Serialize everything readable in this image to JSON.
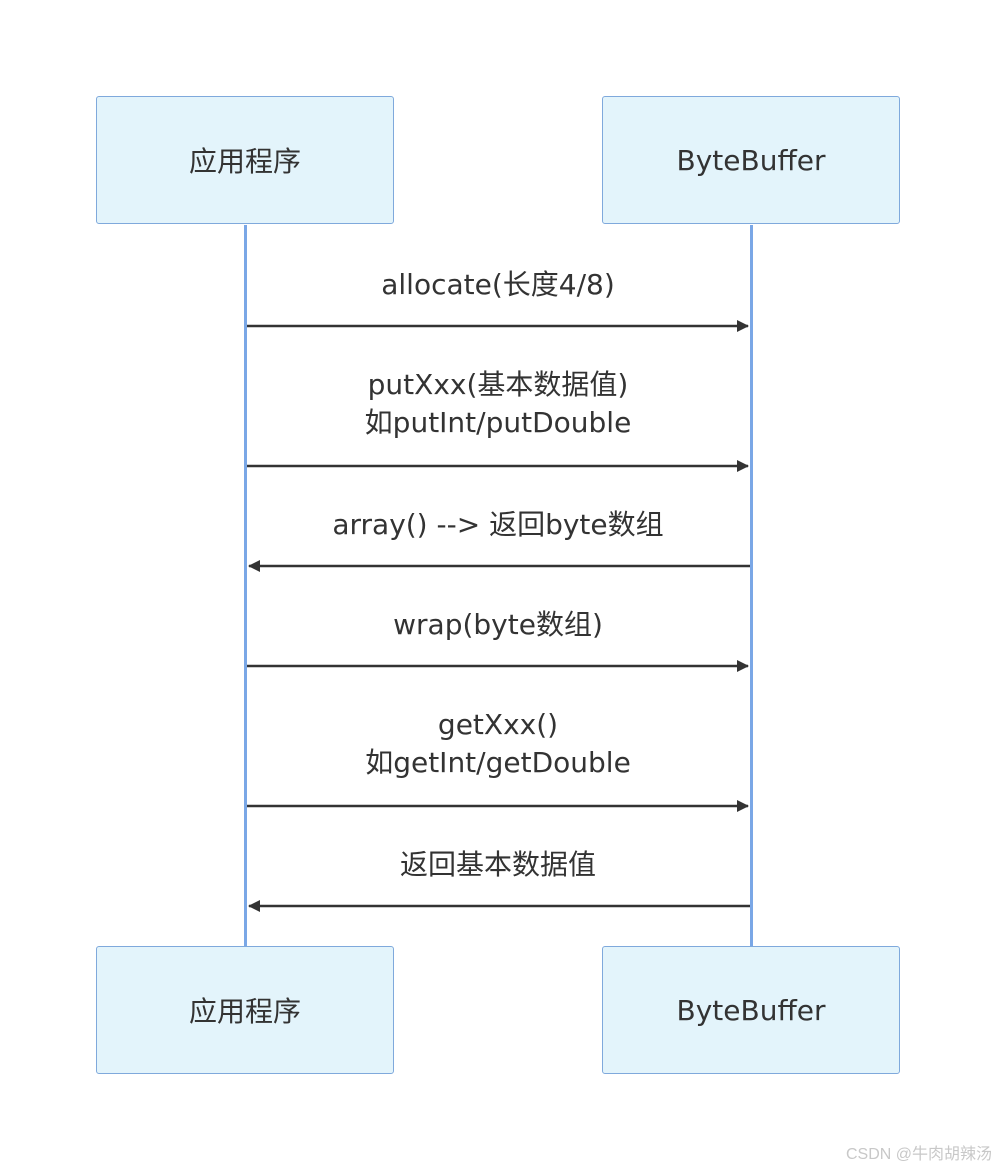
{
  "participants": {
    "app": "应用程序",
    "buffer": "ByteBuffer"
  },
  "messages": [
    {
      "lines": [
        "allocate(长度4/8)"
      ],
      "direction": "app-to-buffer"
    },
    {
      "lines": [
        "putXxx(基本数据值)",
        "如putInt/putDouble"
      ],
      "direction": "app-to-buffer"
    },
    {
      "lines": [
        "array() --> 返回byte数组"
      ],
      "direction": "buffer-to-app"
    },
    {
      "lines": [
        "wrap(byte数组)"
      ],
      "direction": "app-to-buffer"
    },
    {
      "lines": [
        "getXxx()",
        "如getInt/getDouble"
      ],
      "direction": "app-to-buffer"
    },
    {
      "lines": [
        "返回基本数据值"
      ],
      "direction": "buffer-to-app"
    }
  ],
  "watermark": "CSDN @牛肉胡辣汤",
  "colors": {
    "actor_fill": "#e3f4fb",
    "actor_border": "#7fa9dc",
    "lifeline": "#7aa7e6",
    "arrow": "#333333"
  }
}
